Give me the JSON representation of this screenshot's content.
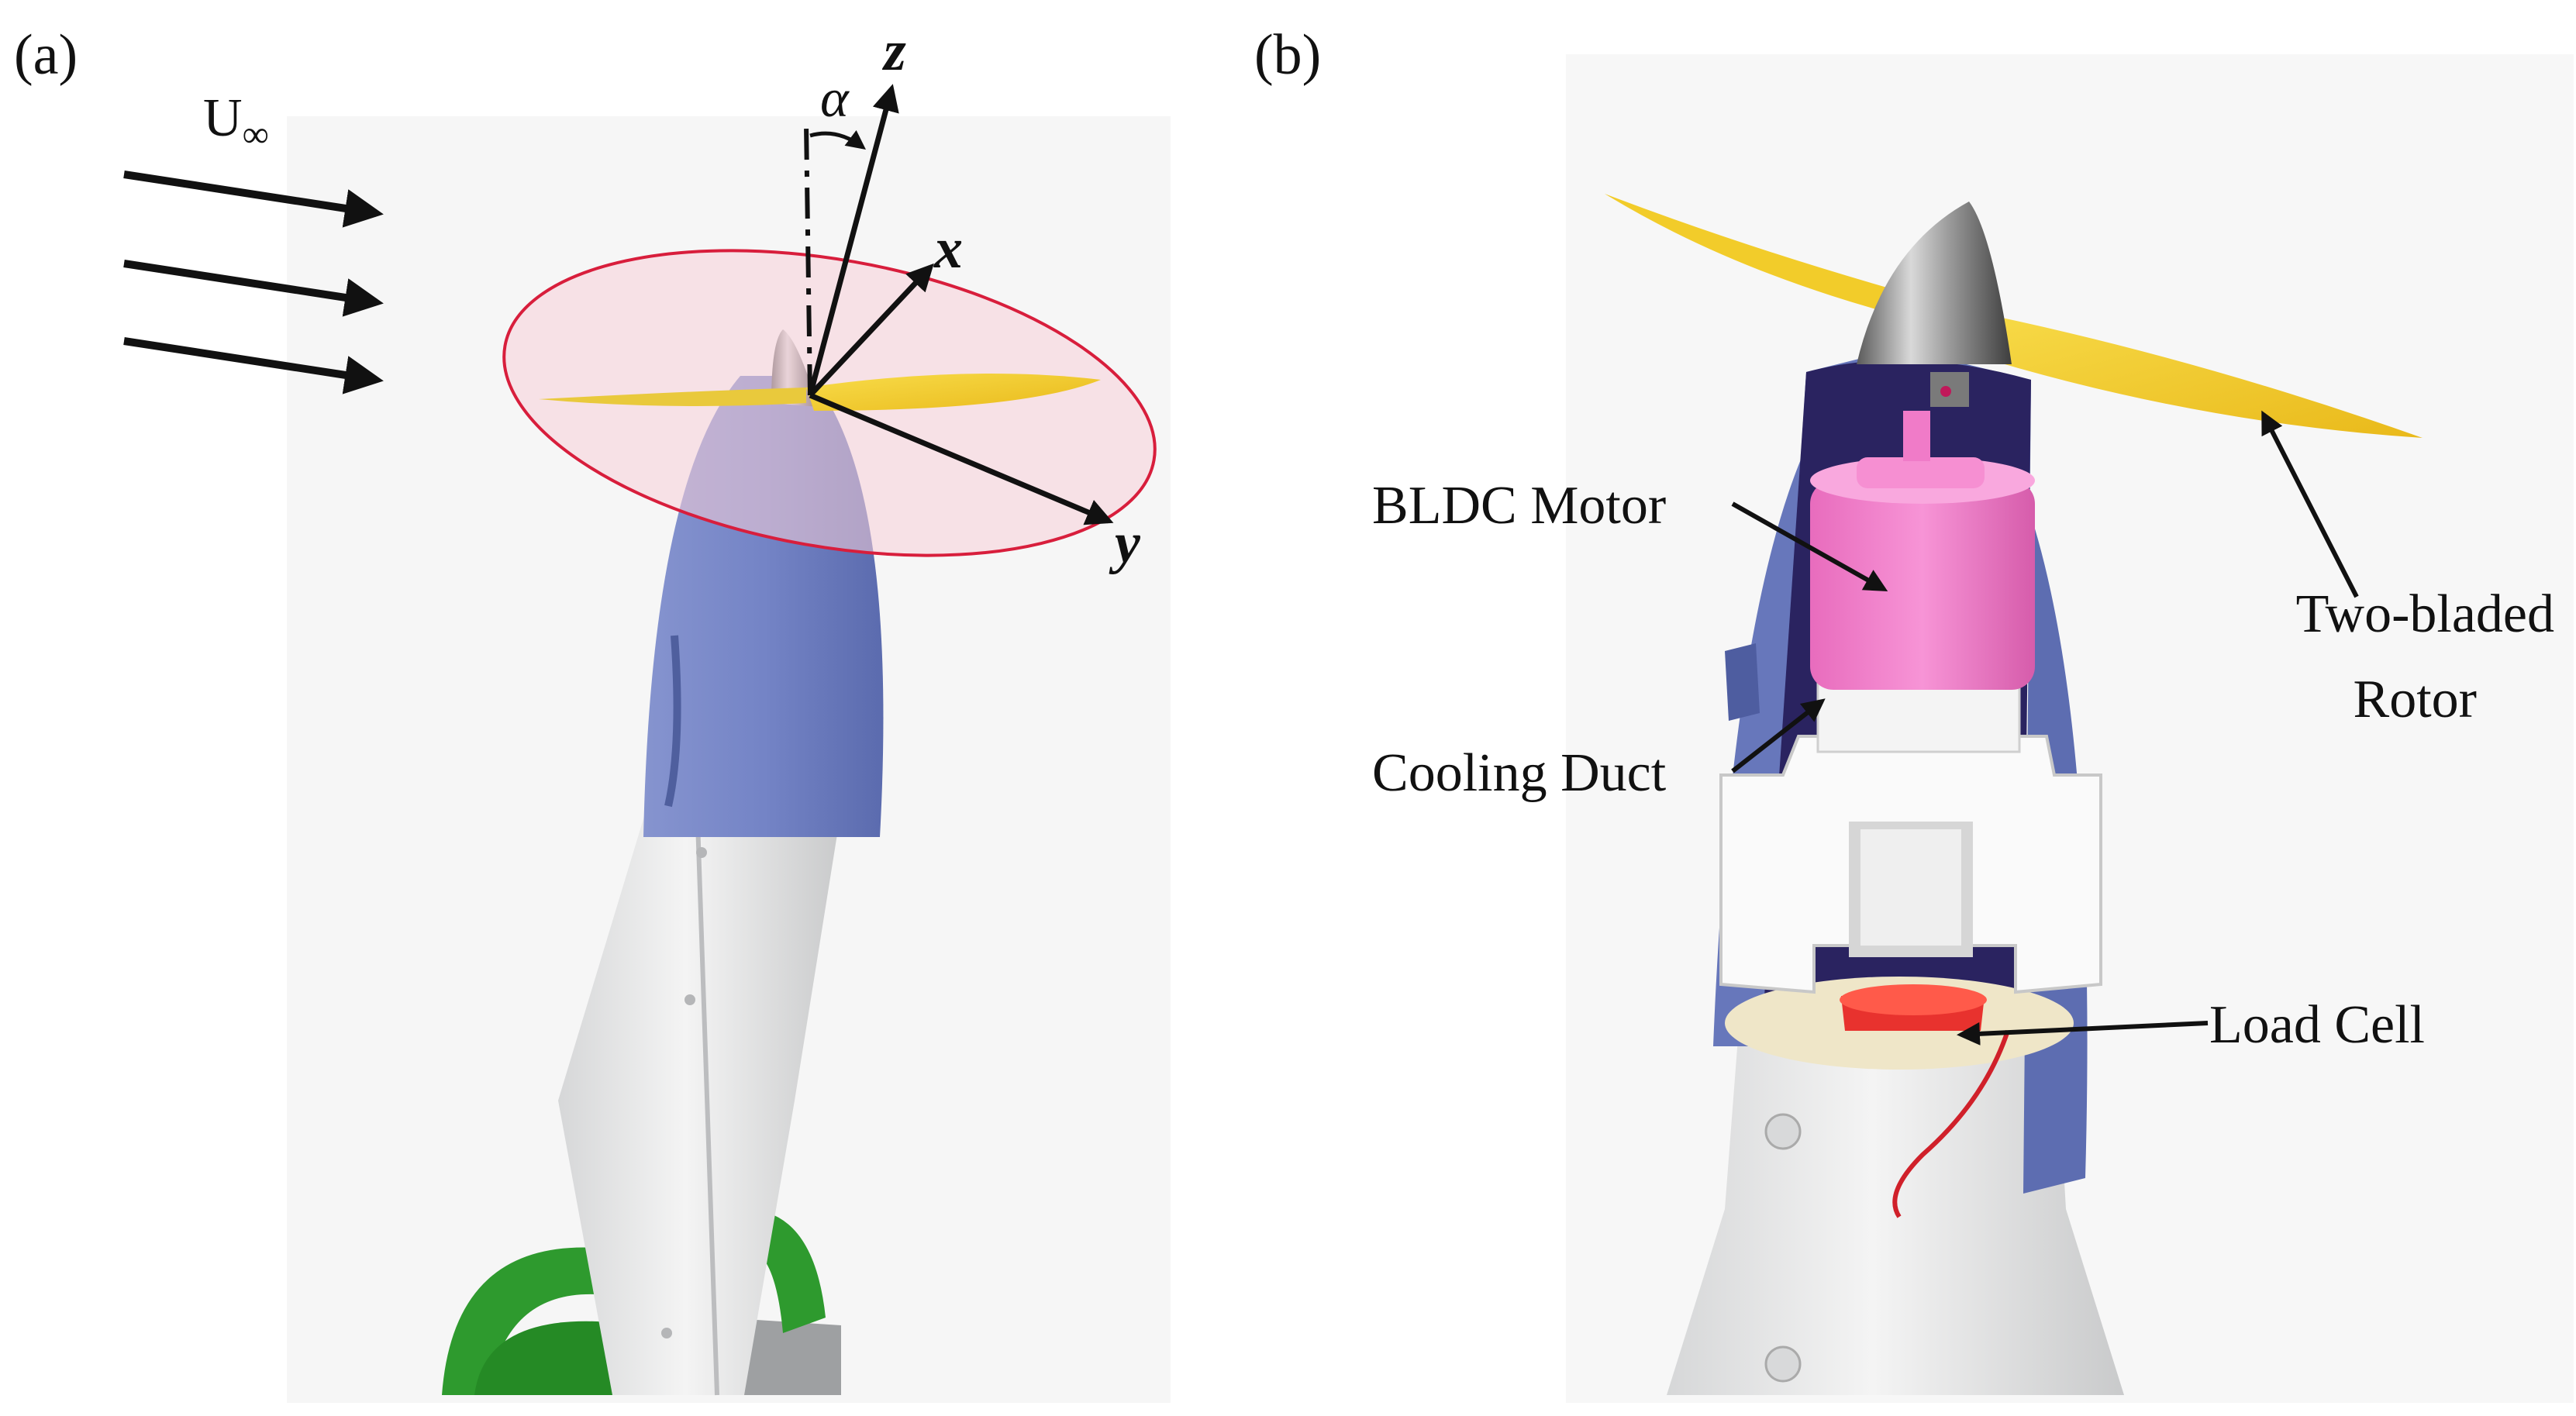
{
  "panels": [
    {
      "id": "a",
      "label": "(a)",
      "freestream": {
        "symbol": "U",
        "subscript": "∞"
      },
      "angle": "α",
      "axes": {
        "x": "x",
        "y": "y",
        "z": "z"
      }
    },
    {
      "id": "b",
      "label": "(b)",
      "callouts": {
        "motor": "BLDC Motor",
        "duct": "Cooling Duct",
        "load_cell": "Load Cell",
        "rotor_line1": "Two-bladed",
        "rotor_line2": "Rotor"
      }
    }
  ],
  "colors": {
    "nose": "#6f7fc0",
    "rotor": "#f2cc2a",
    "rotor_disk": "#f7cfd8",
    "rotor_disk_edge": "#d81e3c",
    "motor": "#f07bc8",
    "load_cell": "#e8322e",
    "stand": "#2e9a2e",
    "body": "#e9eaea"
  }
}
